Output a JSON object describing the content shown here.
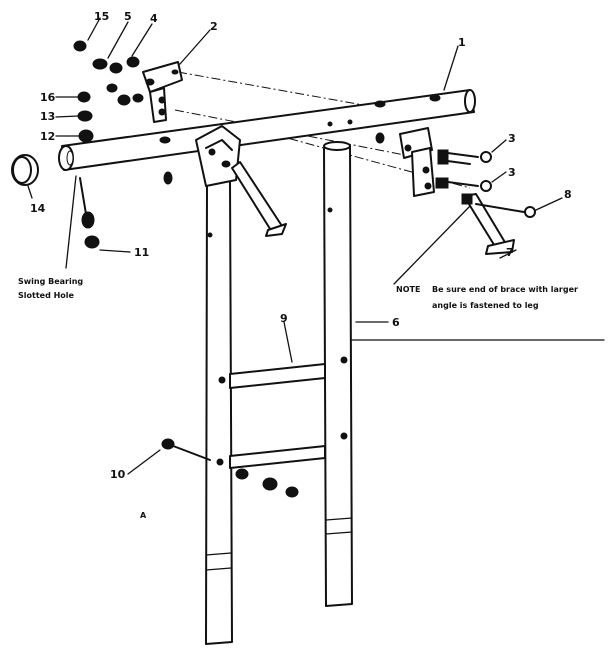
{
  "callouts": {
    "c15": "15",
    "c5": "5",
    "c4": "4",
    "c2": "2",
    "c1": "1",
    "c16": "16",
    "c13": "13",
    "c12": "12",
    "c14": "14",
    "c3a": "3",
    "c3b": "3",
    "c8": "8",
    "c7": "7",
    "c11": "11",
    "c9": "9",
    "c6": "6",
    "c10": "10",
    "c_a": "A"
  },
  "labels": {
    "swing_bearing_line1": "Swing Bearing",
    "swing_bearing_line2": "Slotted Hole",
    "note_title": "NOTE",
    "note_line1": "Be sure end of brace with larger",
    "note_line2": "angle is fastened to leg"
  }
}
